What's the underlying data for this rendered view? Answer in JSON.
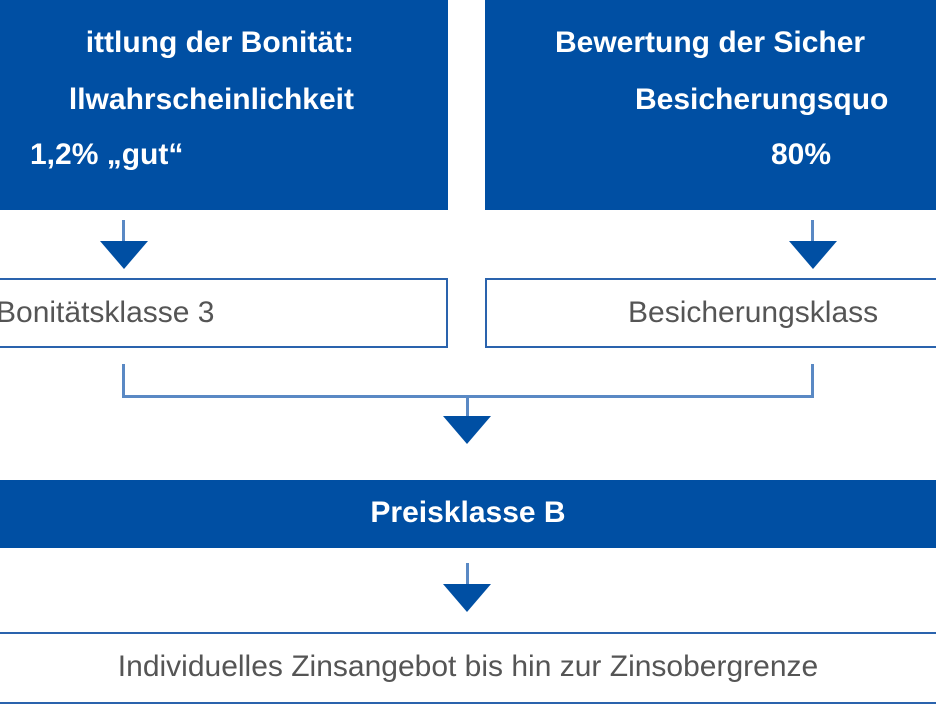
{
  "colors": {
    "primary": "#004fa3",
    "outline": "#2a63ad",
    "text_gray": "#555555"
  },
  "left_box": {
    "lines": [
      "ittlung der Bonität:",
      "llwahrscheinlichkeit",
      "1,2% „gut“"
    ]
  },
  "right_box": {
    "lines": [
      "Bewertung der Sicher",
      "Besicherungsquo",
      "80%"
    ]
  },
  "left_class": "Bonitätsklasse 3",
  "right_class": "Besicherungsklass",
  "price_class": "Preisklasse B",
  "result": "Individuelles Zinsangebot bis hin zur Zinsobergrenze"
}
